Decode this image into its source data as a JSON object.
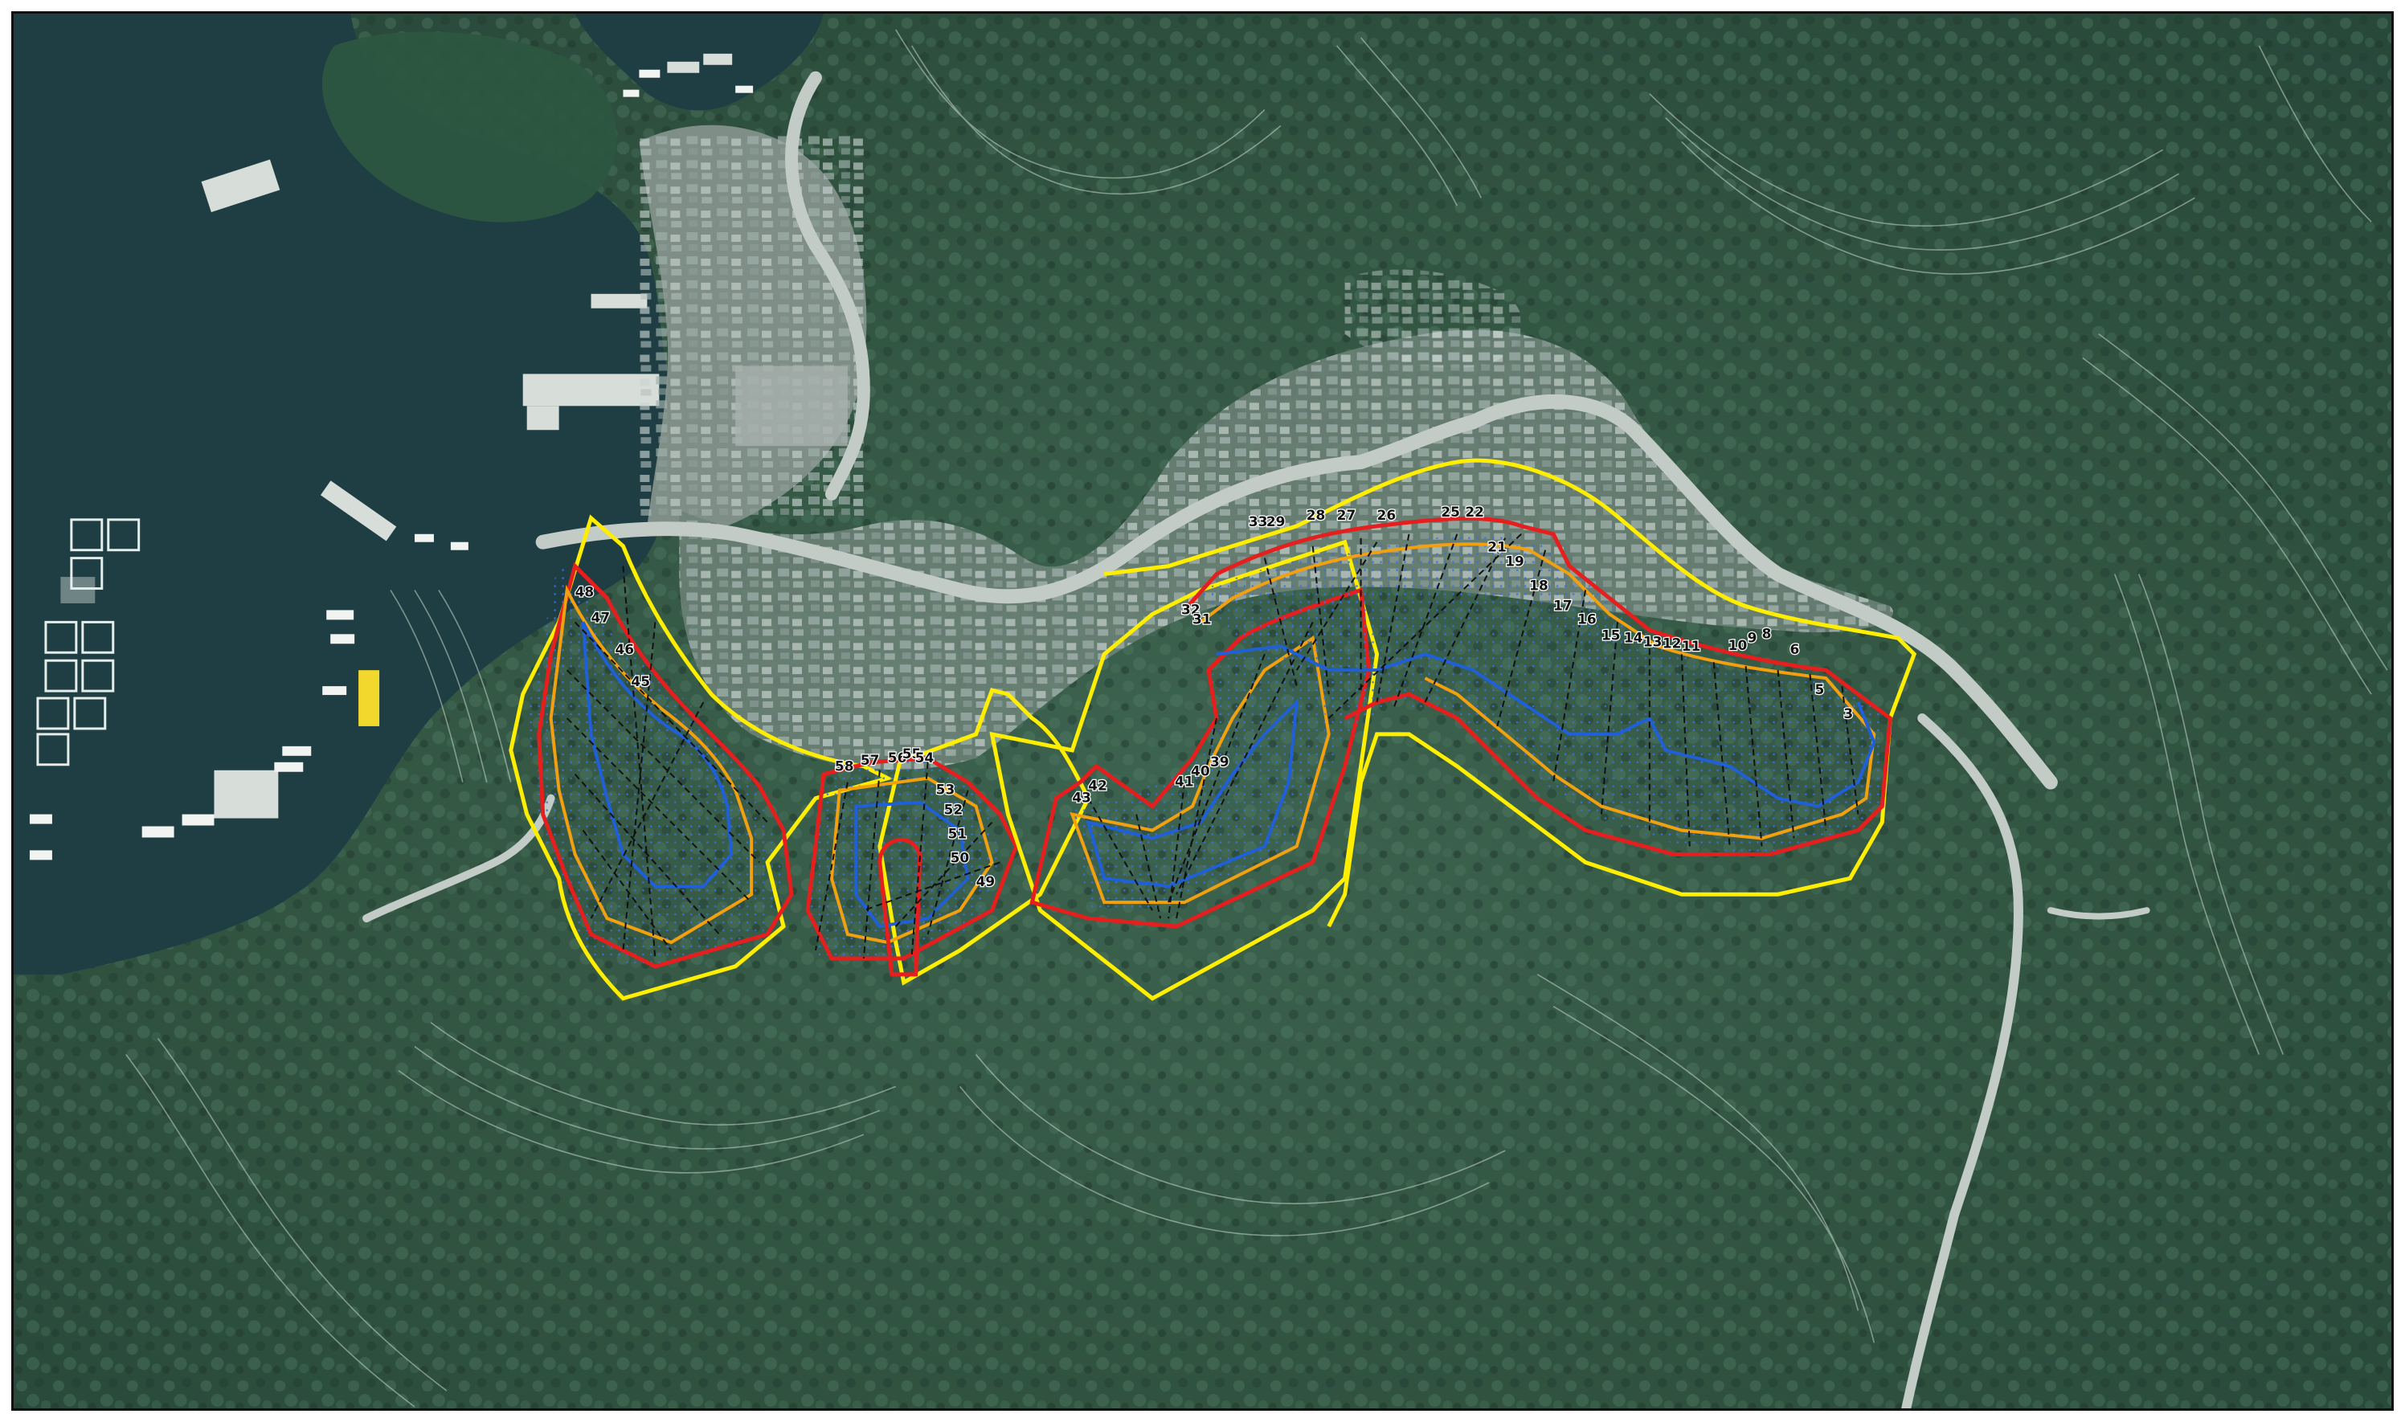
{
  "map": {
    "basemap": "aerial-satellite-imagery",
    "features": [
      "sea-bay",
      "harbor-piers",
      "coastal-road",
      "village-buildings",
      "forested-hills",
      "contour-lines"
    ]
  },
  "overlay": {
    "colors": {
      "outer_boundary": "#ffee00",
      "primary_boundary": "#e51e1e",
      "secondary_boundary": "#f3a010",
      "inner_boundary": "#1f5fd8",
      "section_lines": "#111111",
      "grid_points": "#3a6fe0",
      "contours": "#c8d8cc"
    },
    "zones": [
      {
        "id": "zone-a",
        "name": "west-zone"
      },
      {
        "id": "zone-b",
        "name": "central-west-zone"
      },
      {
        "id": "zone-c",
        "name": "central-zone"
      },
      {
        "id": "zone-d",
        "name": "east-zone"
      }
    ],
    "section_labels": [
      {
        "text": "33"
      },
      {
        "text": "29"
      },
      {
        "text": "28"
      },
      {
        "text": "27"
      },
      {
        "text": "26"
      },
      {
        "text": "25"
      },
      {
        "text": "22"
      },
      {
        "text": "21"
      },
      {
        "text": "19"
      },
      {
        "text": "18"
      },
      {
        "text": "17"
      },
      {
        "text": "16"
      },
      {
        "text": "15"
      },
      {
        "text": "14"
      },
      {
        "text": "13"
      },
      {
        "text": "12"
      },
      {
        "text": "11"
      },
      {
        "text": "10"
      },
      {
        "text": "9"
      },
      {
        "text": "8"
      },
      {
        "text": "6"
      },
      {
        "text": "5"
      },
      {
        "text": "3"
      },
      {
        "text": "32"
      },
      {
        "text": "31"
      },
      {
        "text": "43"
      },
      {
        "text": "42"
      },
      {
        "text": "41"
      },
      {
        "text": "40"
      },
      {
        "text": "39"
      },
      {
        "text": "58"
      },
      {
        "text": "57"
      },
      {
        "text": "56"
      },
      {
        "text": "55"
      },
      {
        "text": "54"
      },
      {
        "text": "53"
      },
      {
        "text": "52"
      },
      {
        "text": "51"
      },
      {
        "text": "50"
      },
      {
        "text": "49"
      },
      {
        "text": "48"
      },
      {
        "text": "47"
      },
      {
        "text": "46"
      },
      {
        "text": "45"
      }
    ]
  }
}
